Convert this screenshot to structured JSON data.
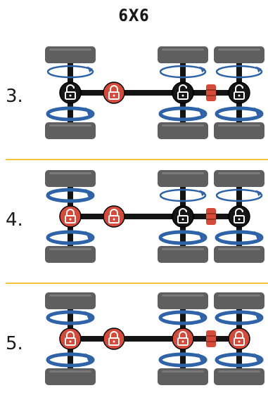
{
  "title": "6X6",
  "colors": {
    "tire": "#5f5f5f",
    "frame": "#141414",
    "arrow": "#2f63a8",
    "locked": "#d64a3a",
    "unlocked": "#151515",
    "divider": "#f0c340",
    "coupler": "#d64a3a"
  },
  "rows": [
    {
      "label": "3.",
      "hubs": [
        "unlocked",
        "locked",
        "unlocked",
        "unlocked"
      ],
      "front_arrows": "thin-top",
      "rear_arrows": "thin-top"
    },
    {
      "label": "4.",
      "hubs": [
        "locked",
        "locked",
        "unlocked",
        "unlocked"
      ],
      "front_arrows": "thick-both",
      "rear_arrows": "thin-top"
    },
    {
      "label": "5.",
      "hubs": [
        "locked",
        "locked",
        "locked",
        "locked"
      ],
      "front_arrows": "thick-both",
      "rear_arrows": "thick-both"
    }
  ]
}
